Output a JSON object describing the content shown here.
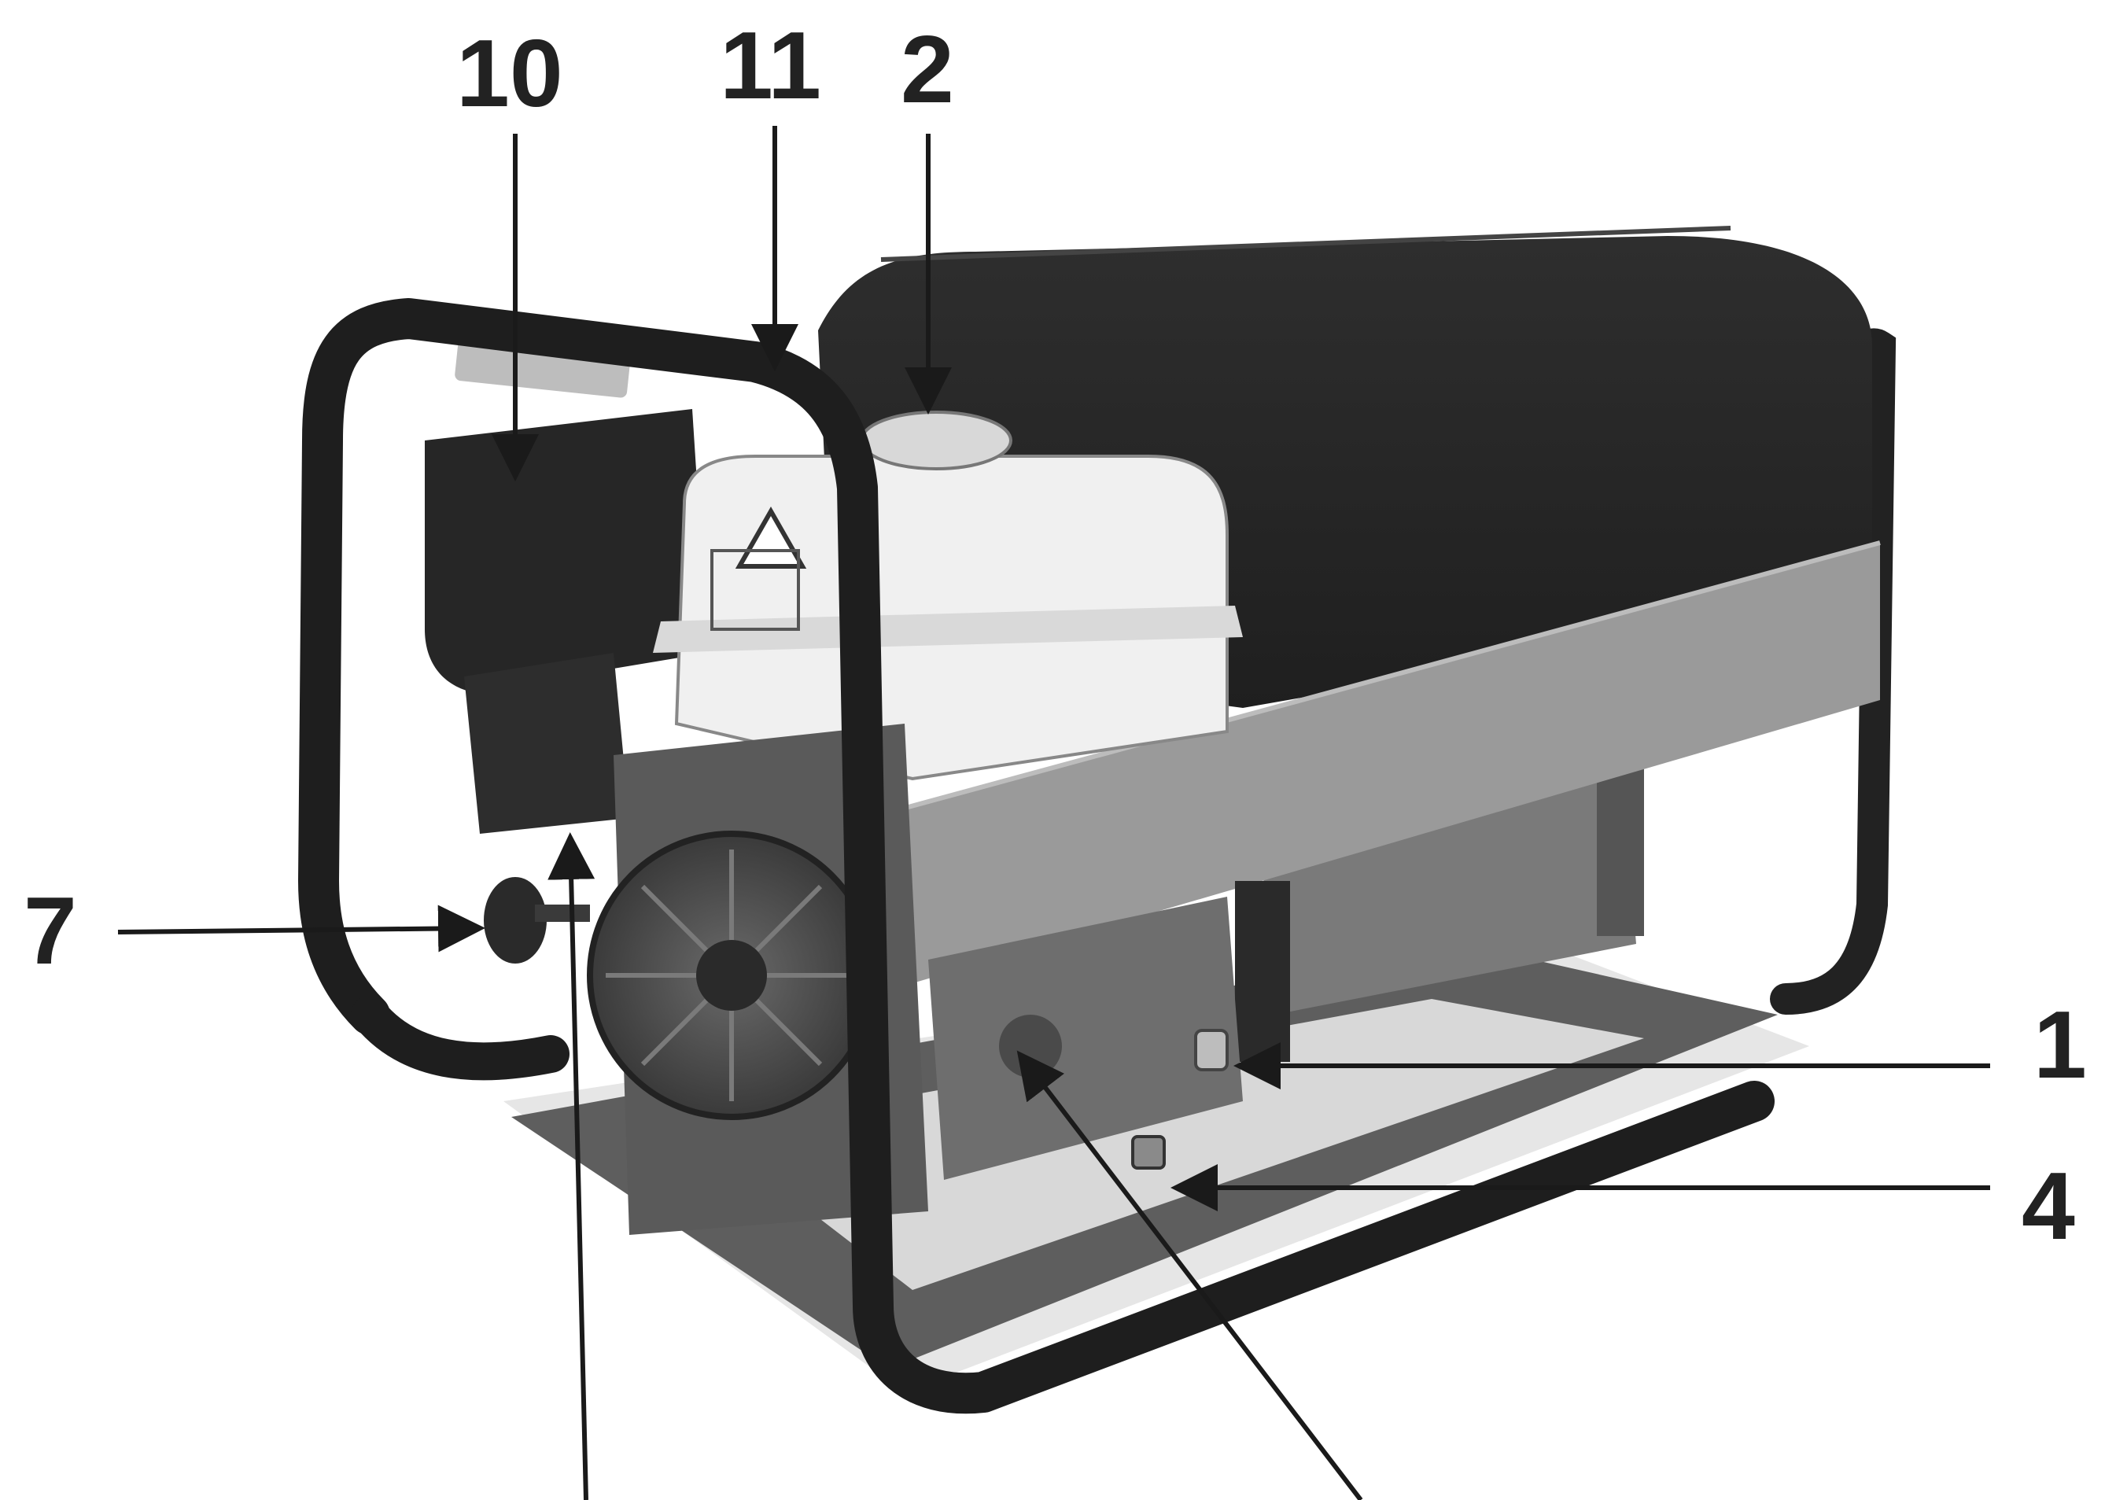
{
  "colors": {
    "background": "#ffffff",
    "frame": "#1e1e1e",
    "alternator_housing": "#262626",
    "engine_shroud": "#f0f0f0",
    "cross_bar": "#9a9a9a",
    "engine_block": "#5a5a5a",
    "label": "#222222"
  },
  "callouts": [
    {
      "id": "c10",
      "label": "10",
      "target": "air-filter-housing"
    },
    {
      "id": "c11",
      "label": "11",
      "target": "frame-top"
    },
    {
      "id": "c2",
      "label": "2",
      "target": "fuel-tank-cap"
    },
    {
      "id": "c7",
      "label": "7",
      "target": "choke-knob"
    },
    {
      "id": "c1",
      "label": "1",
      "target": "oil-fill-plug"
    },
    {
      "id": "c4",
      "label": "4",
      "target": "oil-drain-plug"
    }
  ]
}
